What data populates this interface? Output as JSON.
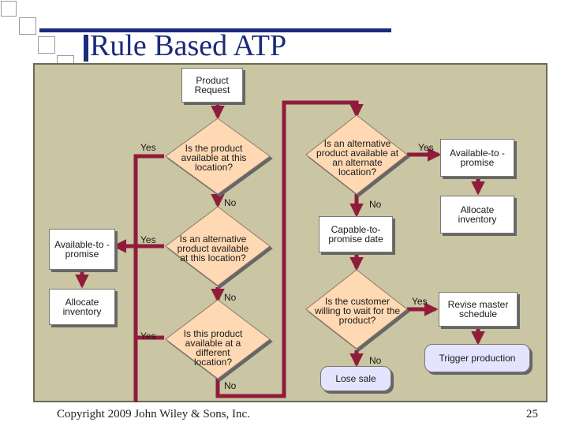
{
  "slide": {
    "title": "Rule Based ATP",
    "footer": "Copyright 2009 John Wiley & Sons, Inc.",
    "page_number": "25"
  },
  "flow": {
    "product_request": "Product Request",
    "q_available": "Is the product available at this location?",
    "q_alt_here": "Is an alternative product available at this location?",
    "q_other_location": "Is this product available at a different location?",
    "q_alt_elsewhere": "Is an alternative product available at an alternate location?",
    "capable_to_promise": "Capable-to-promise date",
    "q_customer_wait": "Is the customer willing to wait for the product?",
    "atp_left": "Available-to -promise",
    "allocate_left": "Allocate inventory",
    "atp_right": "Available-to -promise",
    "allocate_right": "Allocate inventory",
    "revise_schedule": "Revise master schedule",
    "trigger_production": "Trigger production",
    "lose_sale": "Lose sale",
    "yes": "Yes",
    "no": "No"
  },
  "colors": {
    "title": "#1c2a7a",
    "panel": "#cac5a3",
    "connector": "#8f1c3a",
    "diamond": "#fed9b3",
    "box_highlight": "#e5e4ff"
  }
}
